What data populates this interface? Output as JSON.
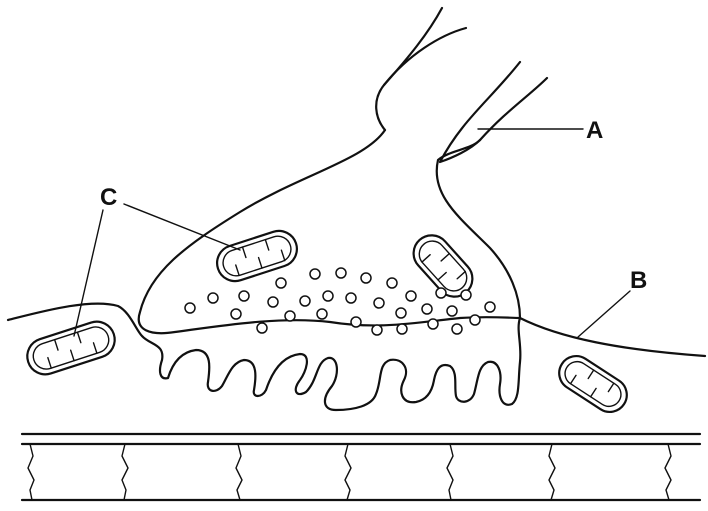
{
  "labels": {
    "a": "A",
    "b": "B",
    "c": "C"
  },
  "colors": {
    "stroke": "#111111",
    "background": "#ffffff"
  }
}
